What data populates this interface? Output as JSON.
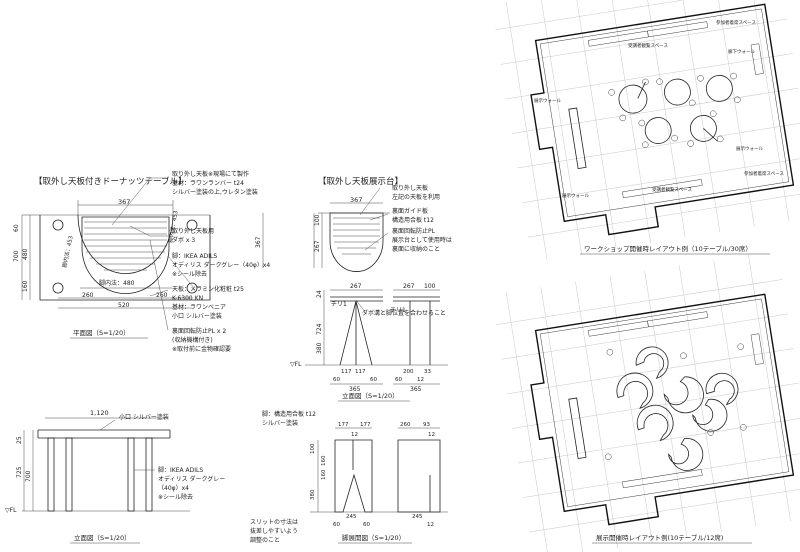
{
  "donut": {
    "title": "【取外し天板付きドーナッツテーブル】",
    "notes": [
      "取り外し天板※現場にて製作",
      "基材：ラワンランバー t24",
      "シルバー塗装の上,ウレタン塗装",
      "取り外し天板用",
      "ダボ x 3",
      "脚：IKEA ADILS",
      "オディリス ダークグレー（40φ）x4",
      "※シール除去",
      "天板：メラミン化粧粧 t25",
      "K-6300 KN",
      "基材：ラワンベニア",
      "小口 シルバー塗装",
      "裏面回転防止PL x 2",
      "(収納機構付き)",
      "※取付前に金物確認要"
    ],
    "dims": [
      "367",
      "60",
      "480",
      "700",
      "160",
      "脚内法：453",
      "脚内法：453",
      "脚内法：480",
      "260",
      "260",
      "520"
    ],
    "plan_caption": "平面図（S=1/20）",
    "elev_caption": "立面図（S=1/20）",
    "elev_notes": [
      "小口 シルバー塗装",
      "脚：IKEA ADILS",
      "オディリス ダークグレー",
      "（40φ）x4",
      "※シール除去"
    ],
    "elev_dims": [
      "1,120",
      "25",
      "725",
      "700",
      "▽FL"
    ]
  },
  "display": {
    "title": "【取外し天板展示台】",
    "notes": [
      "取り外し天板",
      "左記の天板を利用",
      "裏面ガイド板",
      "構造用合板 t12",
      "裏面回転防止PL",
      "展示台として使用時は",
      "裏面に収納のこと",
      "ダボ溝と脚位置を合わせること"
    ],
    "plan_dims": [
      "367",
      "100",
      "267",
      "367"
    ],
    "elev_dims": [
      "267",
      "100",
      "24",
      "チリ1",
      "チリ1",
      "724",
      "380",
      "▽FL",
      "117",
      "117",
      "60",
      "60",
      "365",
      "200",
      "33",
      "12",
      "60",
      "365"
    ],
    "elev_caption": "立面図（S=1/20）",
    "section_notes": [
      "脚：構造用合板 t12",
      "シルバー塗装",
      "スリットの寸法は",
      "抜差しやすいよう",
      "調整のこと"
    ],
    "section_dims": [
      "177",
      "12",
      "177",
      "260",
      "93",
      "12",
      "100",
      "160",
      "160",
      "380",
      "245",
      "60",
      "60",
      "245",
      "12"
    ],
    "section_caption": "脚展開図（S=1/20）"
  },
  "plans": {
    "top_labels": [
      "展示ウォール",
      "展示ウォール",
      "廊下ウォール",
      "展示ウォール",
      "受講者観覧スペース",
      "受講者観覧スペース",
      "参加者着席スペース",
      "参加者着席スペース"
    ],
    "top_caption": "ワークショップ開催時レイアウト例（10テーブル/30席）",
    "bottom_caption": "展示開催時レイアウト例(10テーブル/12席)"
  }
}
